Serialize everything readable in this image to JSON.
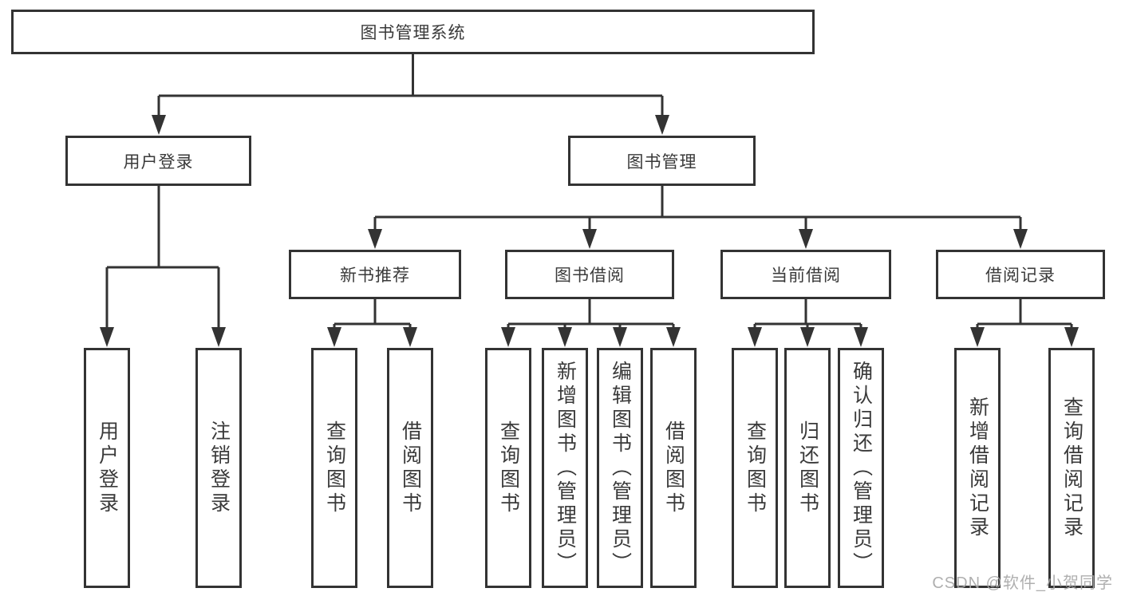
{
  "chart": {
    "root": {
      "label": "图书管理系统"
    },
    "level2": [
      {
        "label": "用户登录",
        "children": [
          {
            "label": "用户登录"
          },
          {
            "label": "注销登录"
          }
        ]
      },
      {
        "label": "图书管理"
      }
    ],
    "level3": [
      {
        "label": "新书推荐",
        "children": [
          {
            "label": "查询图书"
          },
          {
            "label": "借阅图书"
          }
        ]
      },
      {
        "label": "图书借阅",
        "children": [
          {
            "label": "查询图书"
          },
          {
            "label": "新增图书（管理员）"
          },
          {
            "label": "编辑图书（管理员）"
          },
          {
            "label": "借阅图书"
          }
        ]
      },
      {
        "label": "当前借阅",
        "children": [
          {
            "label": "查询图书"
          },
          {
            "label": "归还图书"
          },
          {
            "label": "确认归还（管理员）"
          }
        ]
      },
      {
        "label": "借阅记录",
        "children": [
          {
            "label": "新增借阅记录"
          },
          {
            "label": "查询借阅记录"
          }
        ]
      }
    ],
    "colors": {
      "line": "#333333",
      "text": "#3a3a3a",
      "background": "#ffffff"
    }
  },
  "watermark": {
    "text": "CSDN @软件_小贺同学",
    "color": "#a6a6a6"
  }
}
